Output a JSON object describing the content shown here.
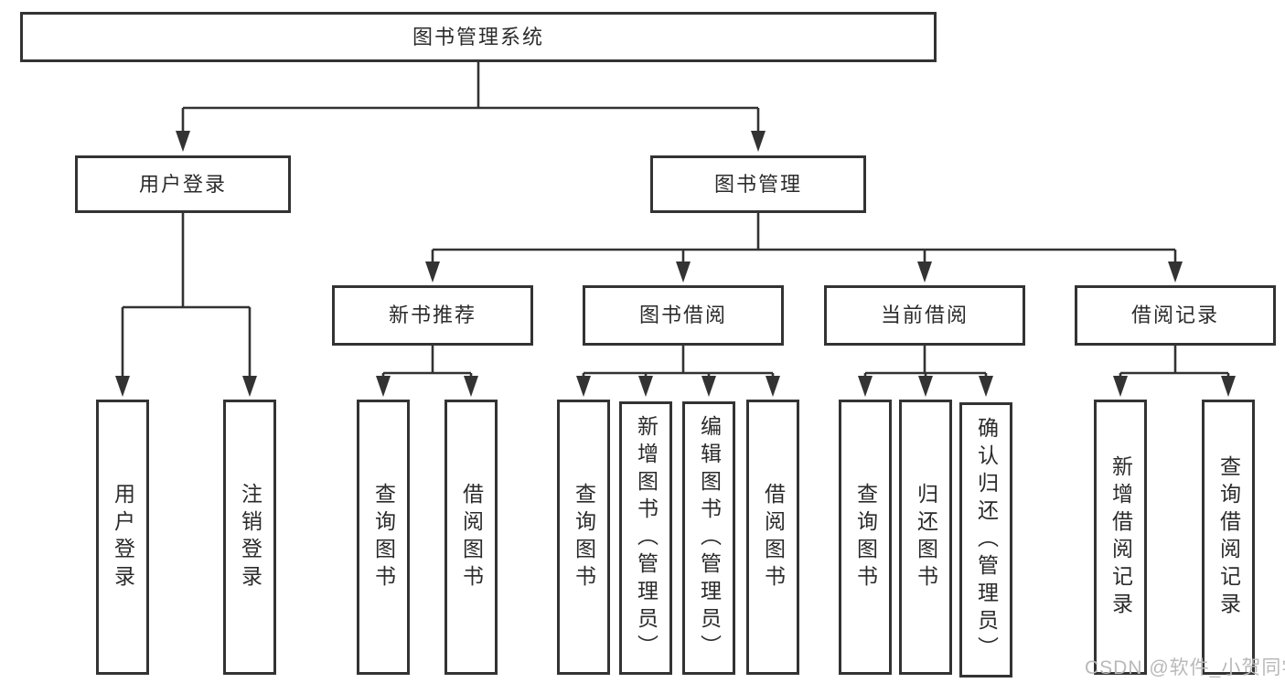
{
  "diagram_title": "图书管理系统",
  "watermark": "CSDN @软件_小贺同学",
  "colors": {
    "line": "#333333",
    "box_border": "#333333",
    "box_fill": "#ffffff",
    "text": "#2b2b2b",
    "watermark": "#b9b9b9",
    "background": "#ffffff"
  },
  "tree": {
    "root": "图书管理系统",
    "branches": [
      {
        "label": "用户登录",
        "children": [
          "用户登录",
          "注销登录"
        ]
      },
      {
        "label": "图书管理",
        "groups": [
          {
            "label": "新书推荐",
            "children": [
              "查询图书",
              "借阅图书"
            ]
          },
          {
            "label": "图书借阅",
            "children": [
              "查询图书",
              "新增图书（管理员）",
              "编辑图书（管理员）",
              "借阅图书"
            ]
          },
          {
            "label": "当前借阅",
            "children": [
              "查询图书",
              "归还图书",
              "确认归还（管理员）"
            ]
          },
          {
            "label": "借阅记录",
            "children": [
              "新增借阅记录",
              "查询借阅记录"
            ]
          }
        ]
      }
    ]
  }
}
